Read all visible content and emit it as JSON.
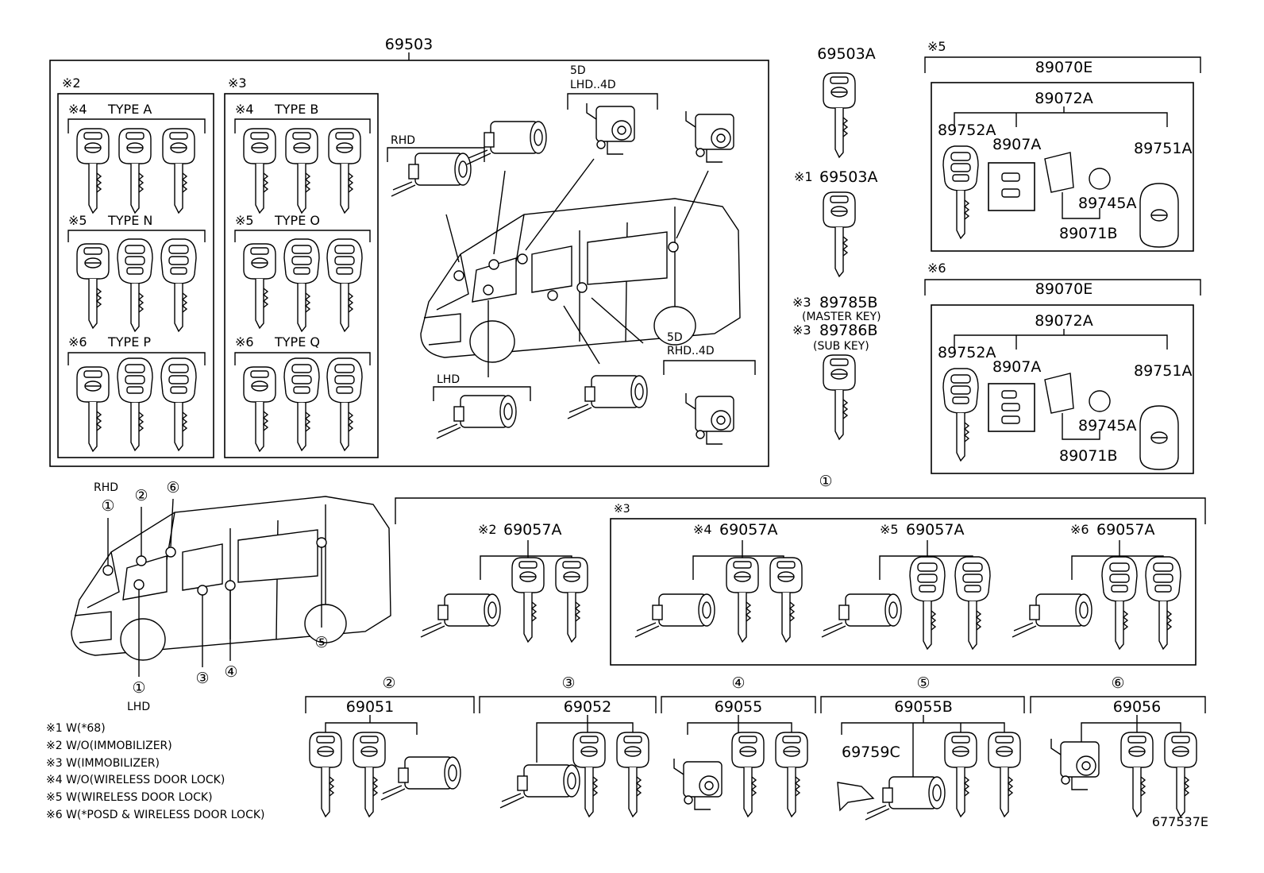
{
  "parts": {
    "p69503": "69503",
    "p69503A": "69503A",
    "p69503A_alt": "69503A",
    "p89785B": "89785B",
    "p89786B": "89786B",
    "p89070E_1": "89070E",
    "p89072A_1": "89072A",
    "p89752A_1": "89752A",
    "p8907A_1": "8907A",
    "p89751A_1": "89751A",
    "p89745A_1": "89745A",
    "p89071B_1": "89071B",
    "p89070E_2": "89070E",
    "p89072A_2": "89072A",
    "p89752A_2": "89752A",
    "p8907A_2": "8907A",
    "p89751A_2": "89751A",
    "p89745A_2": "89745A",
    "p89071B_2": "89071B",
    "p69057A_2": "69057A",
    "p69057A_4": "69057A",
    "p69057A_5": "69057A",
    "p69057A_6": "69057A",
    "p69051": "69051",
    "p69052": "69052",
    "p69055": "69055",
    "p69055B": "69055B",
    "p69056": "69056",
    "p69759C": "69759C"
  },
  "marks": {
    "m1": "※1",
    "m2": "※2",
    "m3": "※3",
    "m4": "※4",
    "m5": "※5",
    "m6": "※6"
  },
  "types": {
    "a": "TYPE A",
    "b": "TYPE B",
    "n": "TYPE N",
    "o": "TYPE O",
    "p": "TYPE P",
    "q": "TYPE Q"
  },
  "labels": {
    "rhd": "RHD",
    "lhd": "LHD",
    "d5": "5D",
    "lhd4d": "LHD..4D",
    "rhd4d": "RHD..4D",
    "master_key": "(MASTER KEY)",
    "sub_key": "(SUB KEY)"
  },
  "callouts": [
    "①",
    "②",
    "③",
    "④",
    "⑤",
    "⑥"
  ],
  "notes": [
    "※1 W(*68)",
    "※2 W/O(IMMOBILIZER)",
    "※3 W(IMMOBILIZER)",
    "※4 W/O(WIRELESS DOOR LOCK)",
    "※5 W(WIRELESS DOOR LOCK)",
    "※6 W(*POSD & WIRELESS DOOR LOCK)"
  ],
  "diagram_id": "677537E"
}
